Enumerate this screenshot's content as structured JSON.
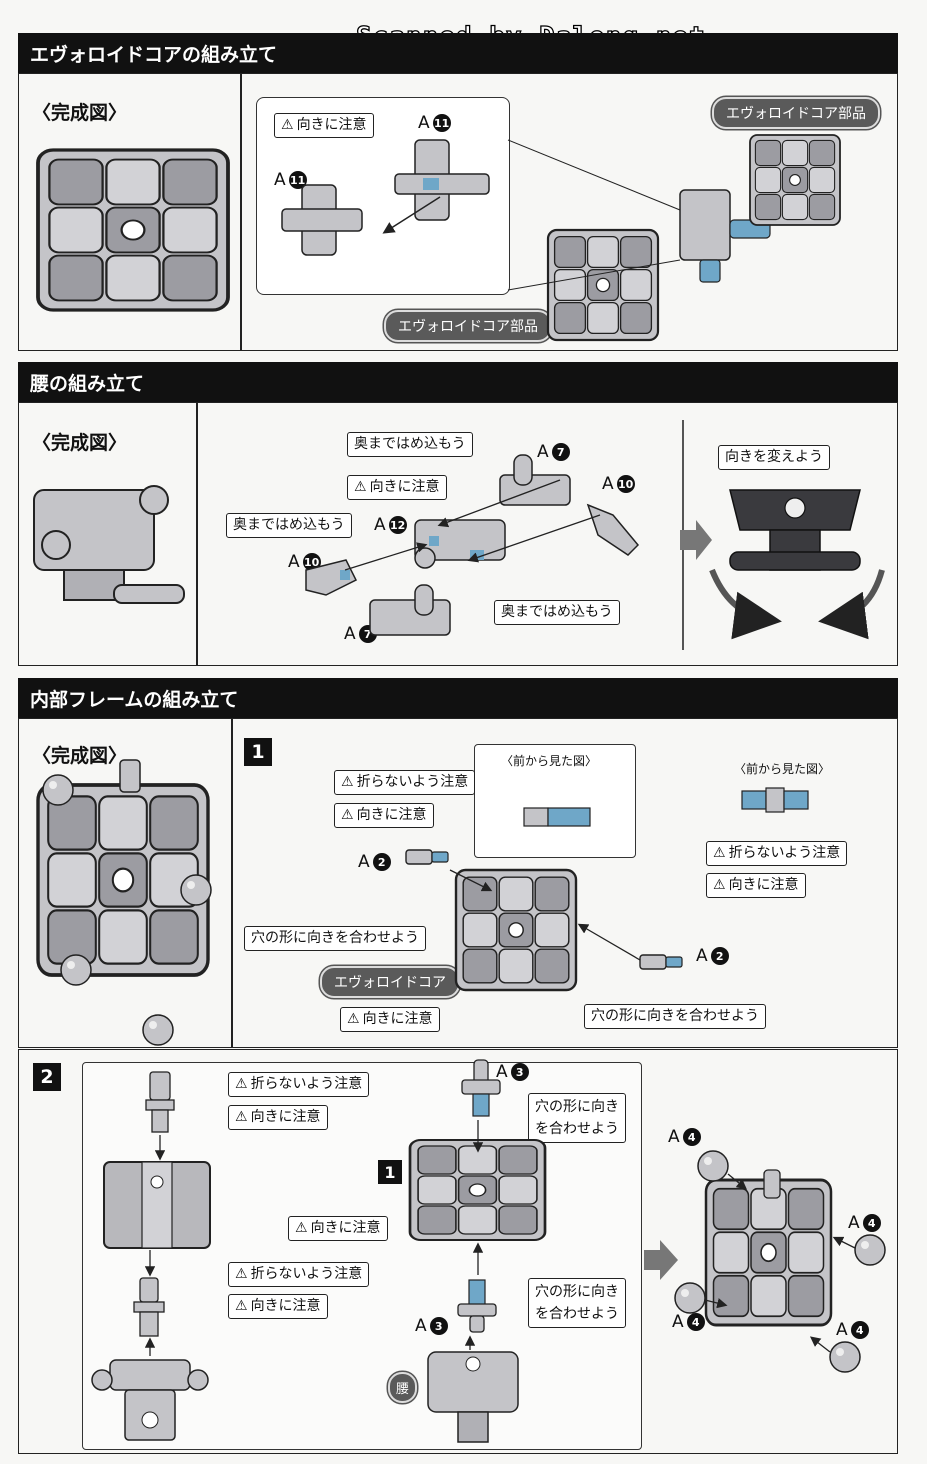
{
  "watermark": "Scanned by Dalong.net",
  "sections": {
    "s1": {
      "title": "エヴォロイドコアの組み立て",
      "complete": "〈完成図〉",
      "part_label_top": "エヴォロイドコア部品",
      "part_label_bottom": "エヴォロイドコア部品",
      "caution": "向きに注意",
      "partA11_1": "A",
      "partA11_1_num": "11",
      "partA11_2": "A",
      "partA11_2_num": "11"
    },
    "s2": {
      "title": "腰の組み立て",
      "complete": "〈完成図〉",
      "push_1": "奥まではめ込もう",
      "push_2": "奥まではめ込もう",
      "push_3": "奥まではめ込もう",
      "caution": "向きに注意",
      "change_dir": "向きを変えよう",
      "parts": [
        {
          "letter": "A",
          "num": "7"
        },
        {
          "letter": "A",
          "num": "10"
        },
        {
          "letter": "A",
          "num": "12"
        },
        {
          "letter": "A",
          "num": "10"
        },
        {
          "letter": "A",
          "num": "7"
        }
      ]
    },
    "s3": {
      "title": "内部フレームの組み立て",
      "complete": "〈完成図〉",
      "step1": {
        "num": "1",
        "front_view_left": "〈前から見た図〉",
        "front_view_right": "〈前から見た図〉",
        "dont_bend": "折らないよう注意",
        "caution": "向きに注意",
        "dont_bend_r": "折らないよう注意",
        "caution_r": "向きに注意",
        "align_left": "穴の形に向きを合わせよう",
        "align_right": "穴の形に向きを合わせよう",
        "core_label": "エヴォロイドコア",
        "caution_bottom": "向きに注意",
        "partL": {
          "letter": "A",
          "num": "2"
        },
        "partR": {
          "letter": "A",
          "num": "2"
        }
      },
      "step2": {
        "num": "2",
        "dont_bend_1": "折らないよう注意",
        "caution_1": "向きに注意",
        "dont_bend_2": "折らないよう注意",
        "caution_2": "向きに注意",
        "caution_mid": "向きに注意",
        "align_top_1": "穴の形に向き",
        "align_top_2": "を合わせよう",
        "align_bot_1": "穴の形に向き",
        "align_bot_2": "を合わせよう",
        "sub_ref": "1",
        "waist": "腰",
        "partTop": {
          "letter": "A",
          "num": "3"
        },
        "partBot": {
          "letter": "A",
          "num": "3"
        },
        "balls": [
          {
            "letter": "A",
            "num": "4"
          },
          {
            "letter": "A",
            "num": "4"
          },
          {
            "letter": "A",
            "num": "4"
          },
          {
            "letter": "A",
            "num": "4"
          }
        ]
      }
    }
  },
  "colors": {
    "accent_blue": "#6fa7c8",
    "part_gray": "#b9b9bd",
    "header_bg": "#111111",
    "pill_bg": "#5a5a5a"
  }
}
